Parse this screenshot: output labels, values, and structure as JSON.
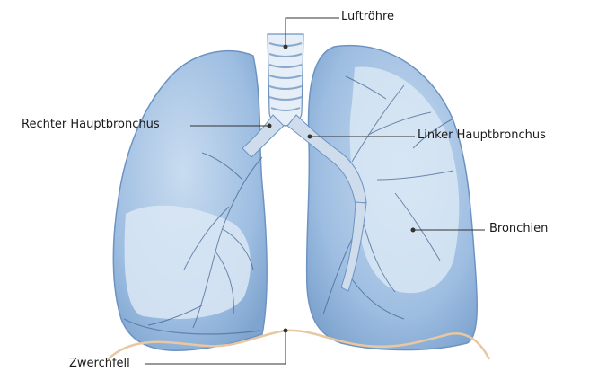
{
  "labels": {
    "trachea": "Luftröhre",
    "right_main_bronchus": "Rechter Hauptbronchus",
    "left_main_bronchus": "Linker Hauptbronchus",
    "bronchi": "Bronchien",
    "diaphragm": "Zwerchfell"
  },
  "colors": {
    "lung_fill": "#a9c7e6",
    "lung_dark": "#7ea4cf",
    "lung_light": "#dbe8f5",
    "vessel": "#3e5f8c",
    "trachea": "#e6eef7",
    "diaphragm": "#e8c7a3",
    "leader": "#333333"
  }
}
